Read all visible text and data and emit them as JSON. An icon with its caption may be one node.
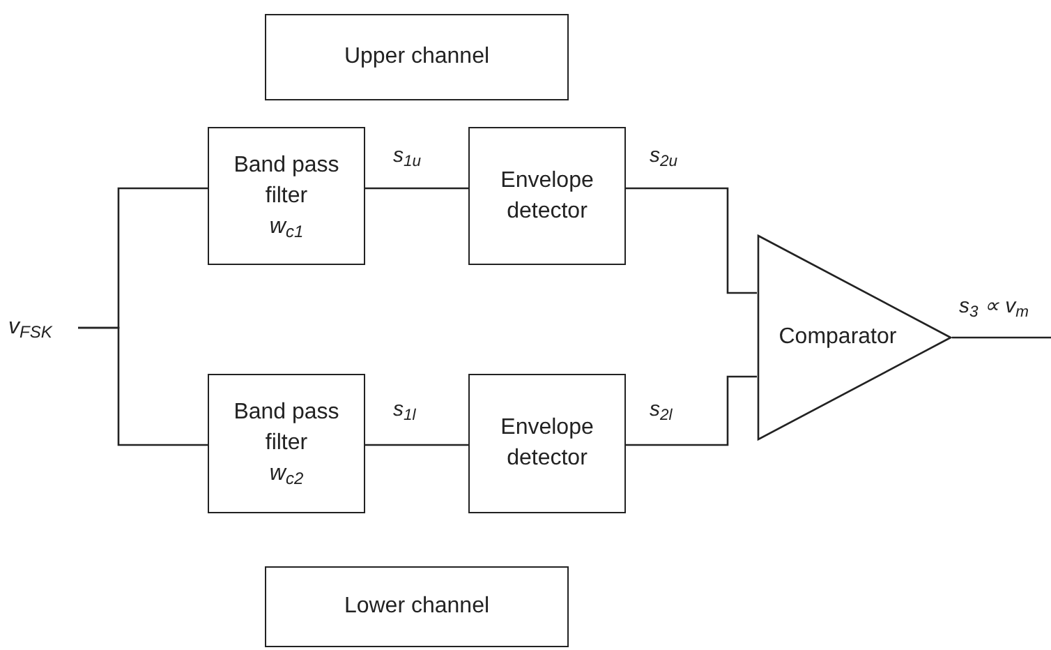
{
  "diagram": {
    "nodes": [
      {
        "text": [
          "Upper channel"
        ]
      },
      {
        "text": [
          "Band pass filter",
          "w$_{c1}$"
        ]
      },
      {
        "text": [
          "Envelope detector"
        ]
      },
      {
        "text": [
          "Band pass filter",
          "w$_{c2}$"
        ]
      },
      {
        "text": [
          "Envelope detector"
        ]
      },
      {
        "text": [
          "Comparator"
        ]
      },
      {
        "text": [
          "Lower channel"
        ]
      },
      {
        "text": [
          "v$_{FSK}$"
        ]
      }
    ],
    "edges": [
      {
        "from": 7,
        "to": 1,
        "arrow": "none"
      },
      {
        "from": 7,
        "to": 3,
        "arrow": "none"
      },
      {
        "from": 1,
        "to": 2,
        "arrow": "none",
        "label": "s$_{1u}$"
      },
      {
        "from": 3,
        "to": 4,
        "arrow": "none",
        "label": "s$_{1l}$"
      },
      {
        "from": 2,
        "to": 5,
        "arrow": "none",
        "label": "s$_{2u}$"
      },
      {
        "from": 4,
        "to": 5,
        "arrow": "none",
        "label": "s$_{2l}$"
      },
      {
        "from": 5,
        "to": null,
        "arrow": "none",
        "label": "s$_{3}$ ∝ v$_{m}$"
      }
    ]
  }
}
